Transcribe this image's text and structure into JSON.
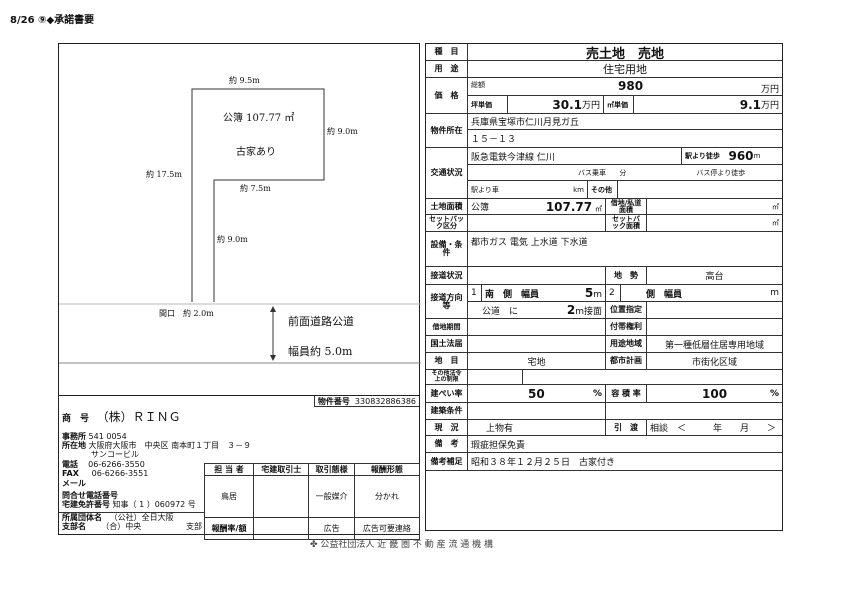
{
  "header": "8/26 ⑨◆承諾書要",
  "plan": {
    "top": "約 9.5m",
    "area": "公簿 107.77 ㎡",
    "house": "古家あり",
    "right": "約 9.0m",
    "left": "約 17.5m",
    "step": "約 7.5m",
    "pole": "約 9.0m",
    "frontage": "間口　約 2.0m",
    "road": "前面道路公道",
    "road_width": "幅員約 5.0m"
  },
  "company": {
    "property_no_label": "物件番号",
    "property_no": "330832886386",
    "trade_name_label": "商　号",
    "trade_name": "（株）ＲＩＮＧ",
    "office_label": "事務所",
    "address_label": "所在地",
    "postal": "541 0054",
    "address": "大阪府大阪市　中央区 南本町１丁目　３－９",
    "building": "サンコービル",
    "tel_label": "電話",
    "tel": "06-6266-3550",
    "fax_label": "FAX",
    "fax": "06-6266-3551",
    "mail_label": "メール",
    "inquiry_label": "問合せ電話番号",
    "license_label": "宅建免許番号",
    "license": "知事（ 1 ）060972 号",
    "assoc_label": "所属団体名",
    "assoc": "（公社）全日大阪",
    "branch_label": "支部名",
    "branch": "（合）中央",
    "branch_suffix": "支部"
  },
  "staff": {
    "h1": "担 当 者",
    "h2": "宅建取引士",
    "h3": "取引態様",
    "h4": "報酬形態",
    "person": "鳥居",
    "agent": "",
    "mode": "一般媒介",
    "fee": "分かれ",
    "rate_label": "報酬率/額",
    "ad_label": "広告",
    "ad": "広告可要連絡"
  },
  "sheet": {
    "type_label": "種　目",
    "type": "売土地　売地",
    "use_label": "用　途",
    "use": "住宅用地",
    "price_label": "価　格",
    "total_label": "総額",
    "price": "980",
    "man": "万円",
    "tsubo_label": "坪単価",
    "tsubo": "30.1",
    "tsubo_unit": "万円",
    "m2_label": "㎡単価",
    "m2": "9.1",
    "m2_unit": "万円",
    "loc_label": "物件所在",
    "loc1": "兵庫県宝塚市仁川月見ガ丘",
    "loc2": "１５－１３",
    "traffic_label": "交通状況",
    "line": "阪急電鉄今津線 仁川",
    "walk_label": "駅より徒歩",
    "walk": "960",
    "walk_unit": "m",
    "bus_label": "バス乗車",
    "bus_unit": "分",
    "busstop_label": "バス停より徒歩",
    "car_label": "駅より車",
    "car_unit": "km",
    "other_label": "その他",
    "land_label": "土地面積",
    "land_kind": "公簿",
    "land": "107.77",
    "sqm": "㎡",
    "private_label": "借地/私道面積",
    "setback_label": "セットバック区分",
    "setback_area_label": "セットバック面積",
    "equip_label": "設備・条件",
    "equip": "都市ガス 電気 上水道 下水道",
    "road_label": "接道状況",
    "terrain_label": "地　勢",
    "terrain": "高台",
    "dir_label": "接道方向等",
    "n1": "1",
    "dir1": "南　側　幅員",
    "w1": "5",
    "m": "m",
    "n2": "2",
    "dir2": "側　幅員",
    "road_kind": "公道　に",
    "contact": "2",
    "contact_unit": "m接面",
    "designation_label": "位置指定",
    "lease_label": "借地期間",
    "rights_label": "付帯権利",
    "law_label": "国土法届",
    "zone_label": "用途地域",
    "zone": "第一種低層住居専用地域",
    "category_label": "地　目",
    "category": "宅地",
    "plan_label": "都市計画",
    "plan": "市街化区域",
    "other_law_label": "その他法令上の制限",
    "bcr_label": "建ぺい率",
    "bcr": "50",
    "pct": "%",
    "far_label": "容 積 率",
    "far": "100",
    "cond_label": "建築条件",
    "status_label": "現　況",
    "status": "上物有",
    "handover_label": "引　渡",
    "handover": "相談　＜　　　年　　月　　＞",
    "remarks_label": "備　考",
    "remarks": "瑕疵担保免責",
    "supp_label": "備考補足",
    "supp": "昭和３８年１２月２５日　古家付き"
  },
  "footer": "公益社団法人 近 畿 圏 不 動 産 流 通 機 構"
}
